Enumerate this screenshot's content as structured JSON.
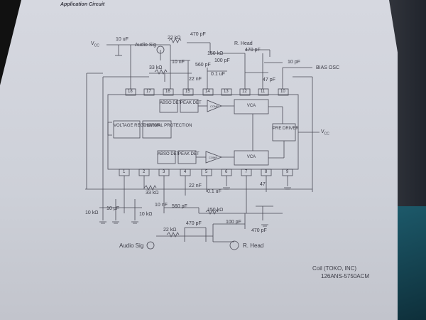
{
  "header": "Application Circuit",
  "top": {
    "vcc": "V",
    "vcc_sub": "CC",
    "cap_10uf": "10 uF",
    "audio_sig": "Audio Sig",
    "r_22k": "22 kΩ",
    "c_470pf": "470 pF",
    "r_head": "R. Head",
    "c_470pf_2": "470 pF",
    "r_150k": "150 kΩ",
    "c_100pf": "100 pF",
    "r_33k": "33 kΩ",
    "c_10nf": "10 nF",
    "c_560pf": "560 pF",
    "c_22nf": "22 nF",
    "c_01uf": "0.1 uF",
    "c_47pf": "47 pF",
    "c_10pf": "10 pF",
    "bias_osc": "BIAS OSC"
  },
  "pins_top": [
    "18",
    "17",
    "16",
    "15",
    "14",
    "13",
    "12",
    "11",
    "10"
  ],
  "pins_bottom": [
    "1",
    "2",
    "3",
    "4",
    "5",
    "6",
    "7",
    "8",
    "9"
  ],
  "blocks": {
    "abso_det": "ABSO DET",
    "peak_det": "PEAK DET",
    "comp": "COMP",
    "vca": "VCA",
    "voltage_regulator": "VOLTAGE REGULATOR",
    "thermal_protection": "THERMAL PROTECTION",
    "pre_driver": "PRE DRIVER",
    "vcc_right": "V",
    "vcc_right_sub": "CC"
  },
  "bottom": {
    "r_33k": "33 kΩ",
    "c_22nf": "22 nF",
    "c_01uf": "0.1 uF",
    "c_47": "47",
    "c_10nf": "10 nF",
    "c_560pf": "560 pF",
    "r_150k": "150 kΩ",
    "r_10k_a": "10 kΩ",
    "c_10uf": "10 μF",
    "r_10k_b": "10 kΩ",
    "r_22k": "22 kΩ",
    "c_470pf": "470 pF",
    "c_100pf": "100 pF",
    "c_470pf_2": "470 pF",
    "audio_sig": "Audio Sig",
    "r_head": "R. Head"
  },
  "caption": {
    "coil": "Coil (TOKO, INC)",
    "part": "126ANS-5750ACM"
  }
}
